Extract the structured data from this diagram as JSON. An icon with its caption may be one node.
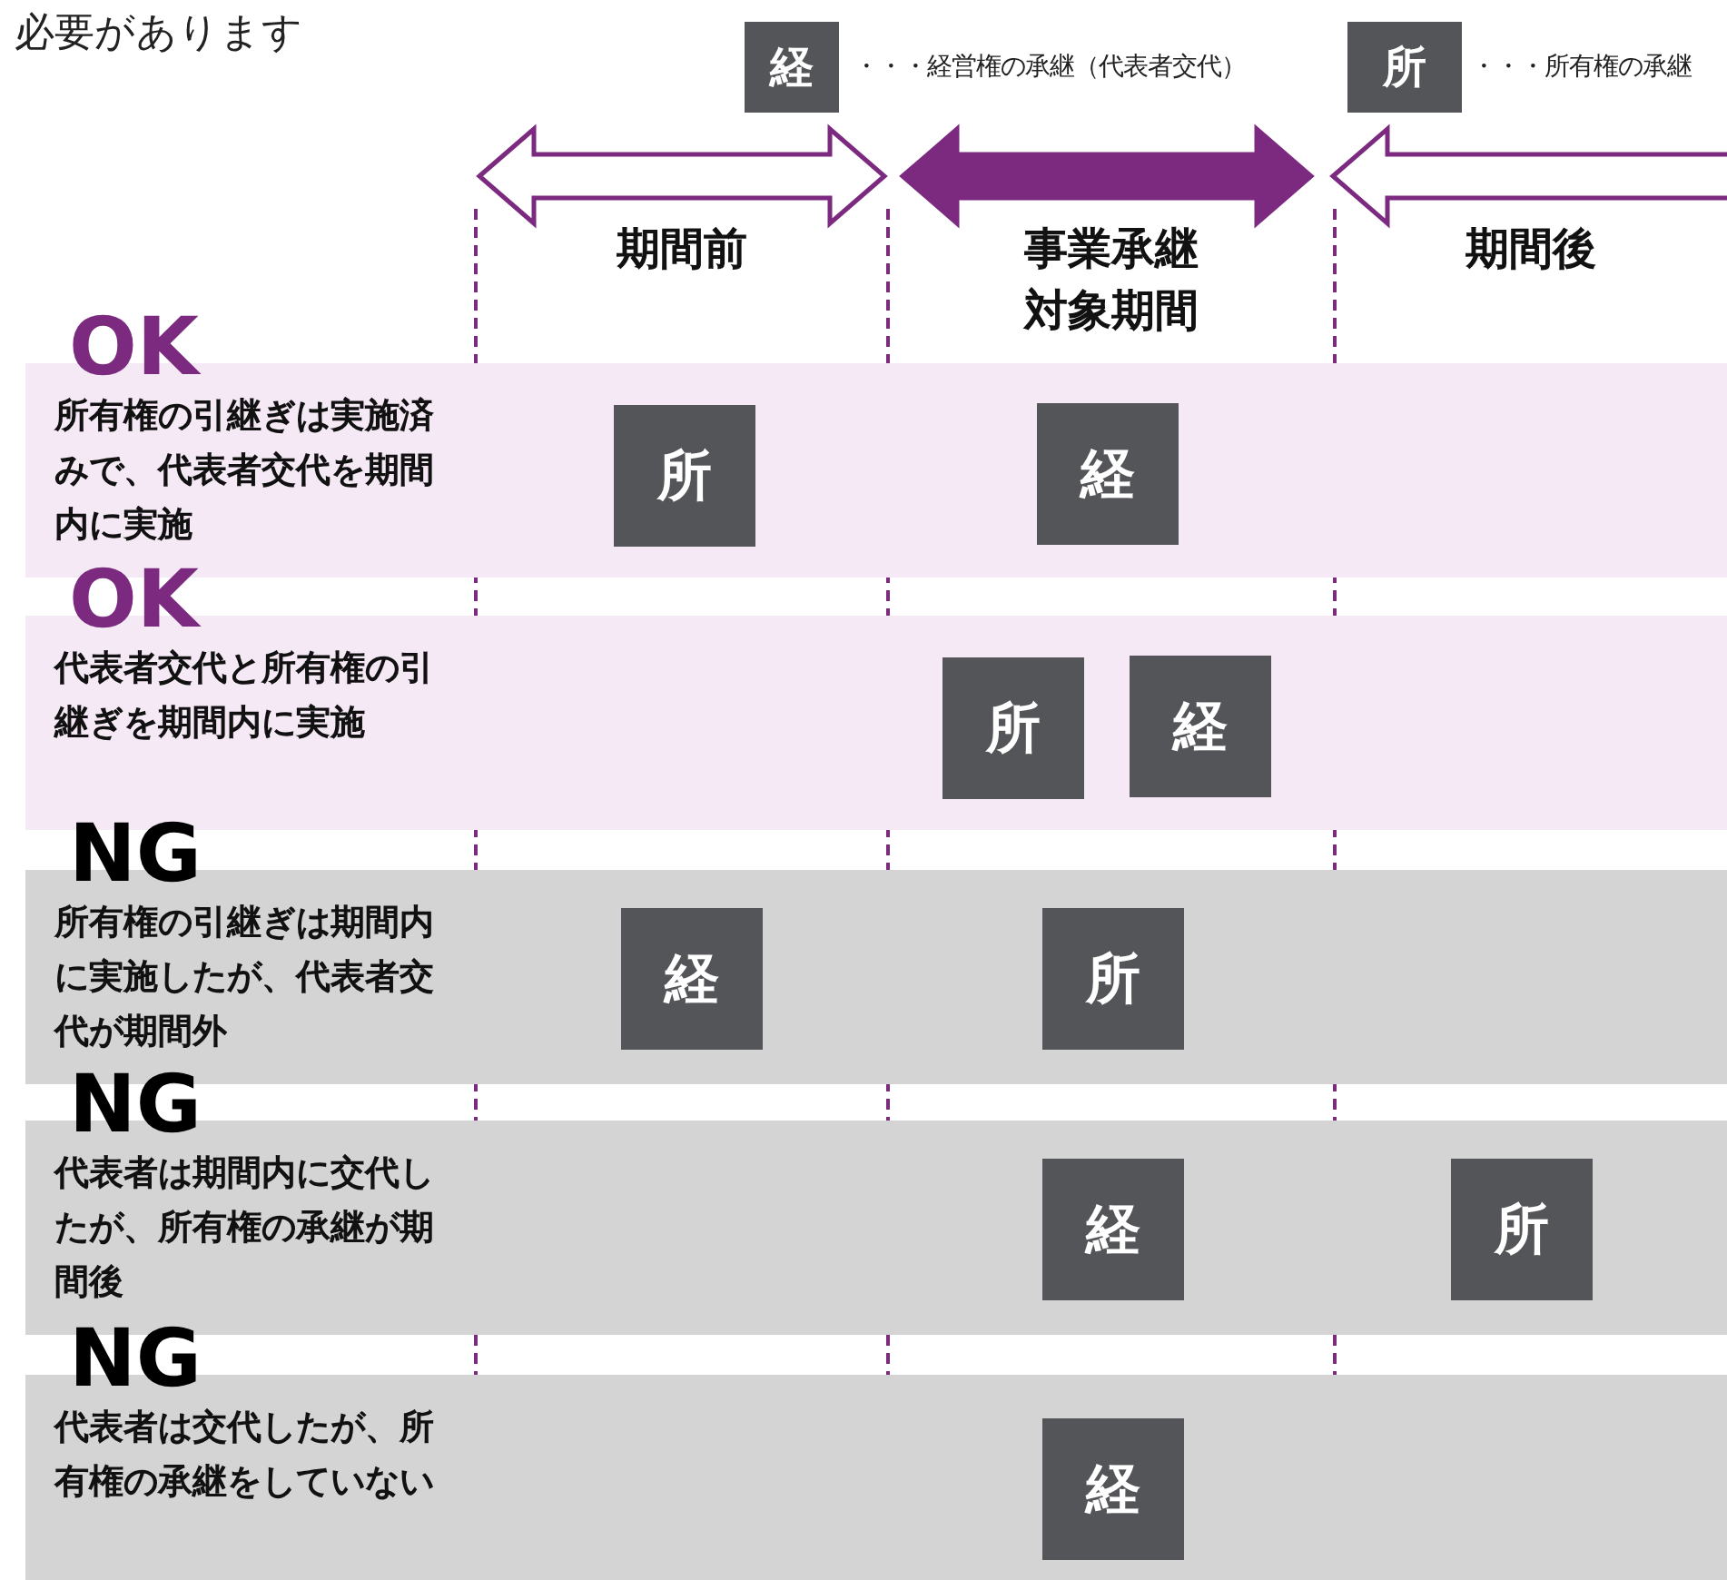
{
  "diagram": {
    "nodes": [
      {
        "text": [
          "経"
        ],
        "beside": [
          "・・・経営権の承継（代表者交代）"
        ]
      },
      {
        "text": [
          "所"
        ],
        "beside": [
          "・・・所有権の承継"
        ]
      },
      {
        "text": [
          "OK",
          "所有権の引継ぎは実施済みで、代表者交代を期間内に実施"
        ]
      },
      {
        "text": [
          "所"
        ],
        "in": 2
      },
      {
        "text": [
          "経"
        ],
        "in": 2
      },
      {
        "text": [
          "OK",
          "代表者交代と所有権の引継ぎを期間内に実施"
        ]
      },
      {
        "text": [
          "所"
        ],
        "in": 5
      },
      {
        "text": [
          "経"
        ],
        "in": 5
      },
      {
        "text": [
          "NG",
          "所有権の引継ぎは期間内に実施したが、代表者交代が期間外"
        ]
      },
      {
        "text": [
          "経"
        ],
        "in": 8
      },
      {
        "text": [
          "所"
        ],
        "in": 8
      },
      {
        "text": [
          "NG",
          "代表者は期間内に交代したが、所有権の承継が期間後"
        ]
      },
      {
        "text": [
          "経"
        ],
        "in": 11
      },
      {
        "text": [
          "所"
        ],
        "in": 11
      },
      {
        "text": [
          "NG",
          "代表者は交代したが、所有権の承継をしていない"
        ]
      },
      {
        "text": [
          "経"
        ],
        "in": 14
      }
    ],
    "labels": [
      "必要があります",
      "期間前",
      "事業承継対象期間",
      "期間後"
    ]
  }
}
